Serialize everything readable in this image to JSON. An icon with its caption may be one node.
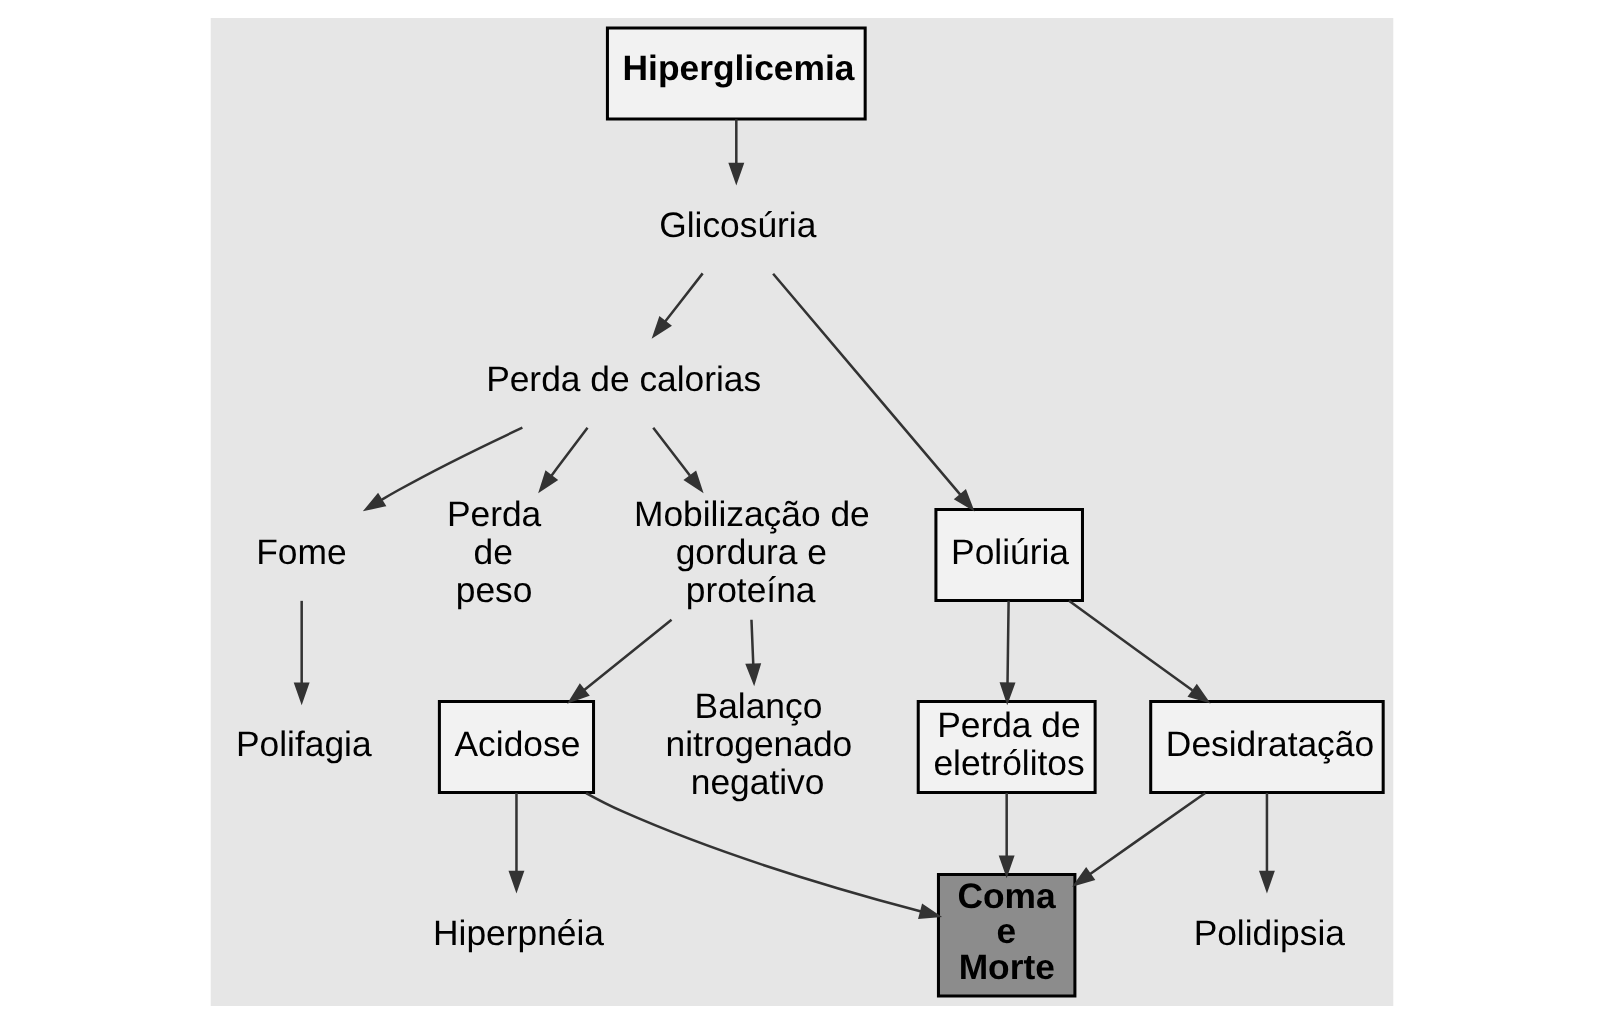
{
  "diagram": {
    "nodes": [
      {
        "text": [
          "Hiperglicemia"
        ]
      },
      {
        "text": [
          "Glicosúria"
        ]
      },
      {
        "text": [
          "Perda de calorias"
        ]
      },
      {
        "text": [
          "Poliúria"
        ]
      },
      {
        "text": [
          "Fome"
        ]
      },
      {
        "text": [
          "Perda de peso"
        ]
      },
      {
        "text": [
          "Mobilização de gordura e proteína"
        ]
      },
      {
        "text": [
          "Perda de eletrólitos"
        ]
      },
      {
        "text": [
          "Desidratação"
        ]
      },
      {
        "text": [
          "Polifagia"
        ]
      },
      {
        "text": [
          "Acidose"
        ]
      },
      {
        "text": [
          "Balanço nitrogenado negativo"
        ]
      },
      {
        "text": [
          "Hiperpnéia"
        ]
      },
      {
        "text": [
          "Polidipsia"
        ]
      },
      {
        "text": [
          "Coma e Morte"
        ]
      }
    ],
    "edges": [
      {
        "from": 0,
        "to": 1,
        "arrow": "to"
      },
      {
        "from": 1,
        "to": 2,
        "arrow": "to"
      },
      {
        "from": 1,
        "to": 3,
        "arrow": "to"
      },
      {
        "from": 2,
        "to": 4,
        "arrow": "to"
      },
      {
        "from": 2,
        "to": 5,
        "arrow": "to"
      },
      {
        "from": 2,
        "to": 6,
        "arrow": "to"
      },
      {
        "from": 3,
        "to": 7,
        "arrow": "to"
      },
      {
        "from": 3,
        "to": 8,
        "arrow": "to"
      },
      {
        "from": 4,
        "to": 9,
        "arrow": "to"
      },
      {
        "from": 6,
        "to": 10,
        "arrow": "to"
      },
      {
        "from": 6,
        "to": 11,
        "arrow": "to"
      },
      {
        "from": 10,
        "to": 12,
        "arrow": "to"
      },
      {
        "from": 8,
        "to": 13,
        "arrow": "to"
      },
      {
        "from": 10,
        "to": 14,
        "arrow": "to"
      },
      {
        "from": 7,
        "to": 14,
        "arrow": "to"
      },
      {
        "from": 8,
        "to": 14,
        "arrow": "to"
      }
    ]
  }
}
